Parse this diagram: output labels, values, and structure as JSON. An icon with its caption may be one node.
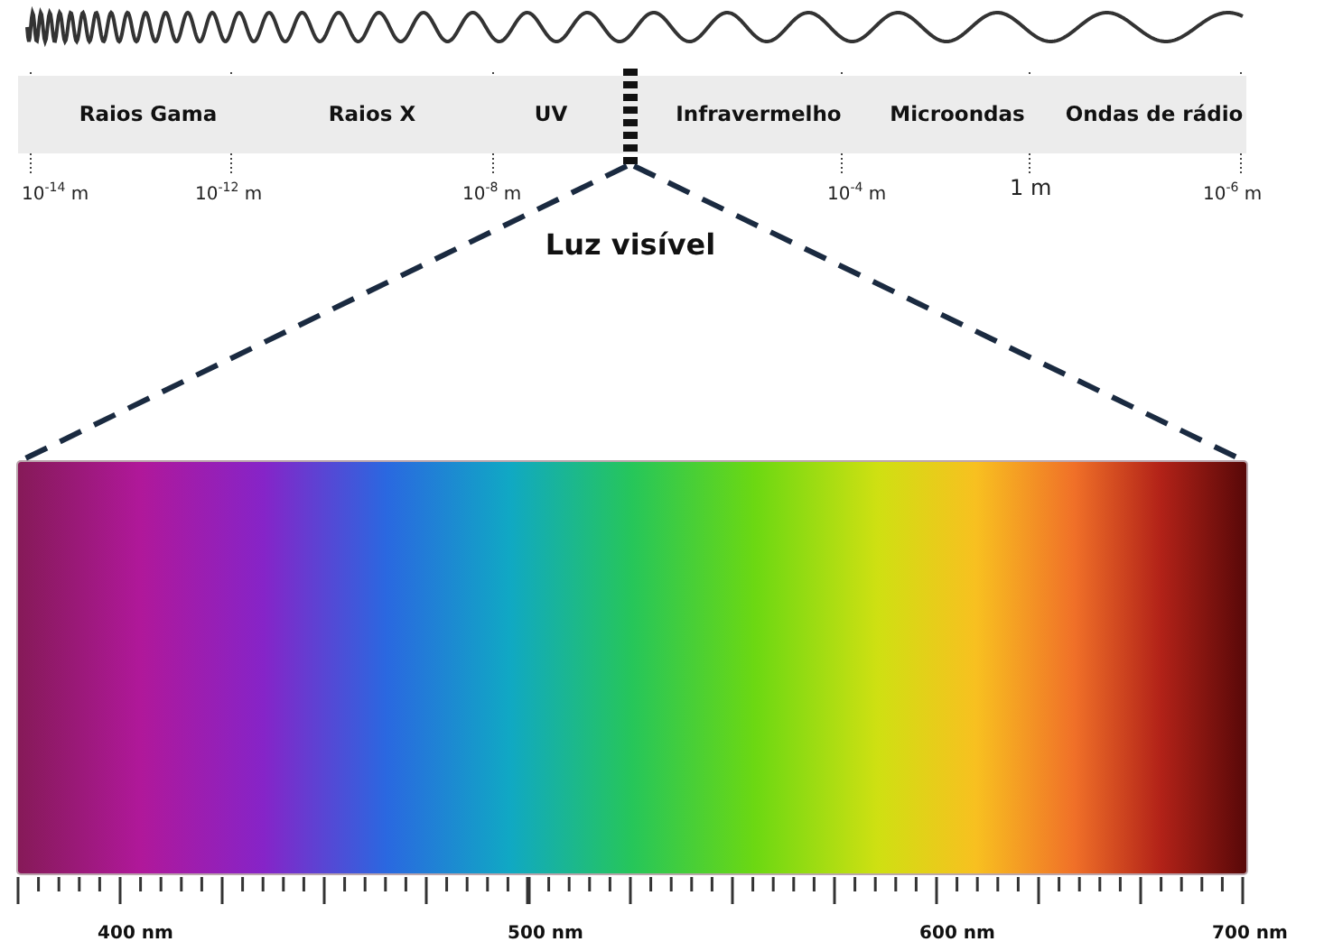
{
  "diagram": {
    "nodes": [
      {
        "text": [],
        "shape": "bar"
      },
      {
        "text": [
          "Raios Gama"
        ],
        "in": 0
      },
      {
        "text": [
          "Raios X"
        ],
        "in": 0
      },
      {
        "text": [
          "UV"
        ],
        "in": 0
      },
      {
        "text": [
          "Infravermelho"
        ],
        "in": 0
      },
      {
        "text": [
          "Microondas"
        ],
        "in": 0
      },
      {
        "text": [
          "Ondas de rádio"
        ],
        "in": 0
      },
      {
        "text": [],
        "shape": "bar",
        "beside": [
          "Luz visível"
        ]
      },
      {
        "text": [],
        "shape": "box"
      }
    ],
    "edges": [
      {
        "from": 7,
        "to": 8,
        "arrow": "none",
        "style": "dashed"
      },
      {
        "from": 7,
        "to": 8,
        "arrow": "none",
        "style": "dashed"
      }
    ],
    "labels": [
      "10$^{-14}$ m",
      "10$^{-12}$ m",
      "10$^{-8}$ m",
      "10$^{-4}$ m",
      "1 m",
      "10$^{-6}$ m",
      "400 nm",
      "500 nm",
      "600 nm",
      "700 nm"
    ]
  }
}
